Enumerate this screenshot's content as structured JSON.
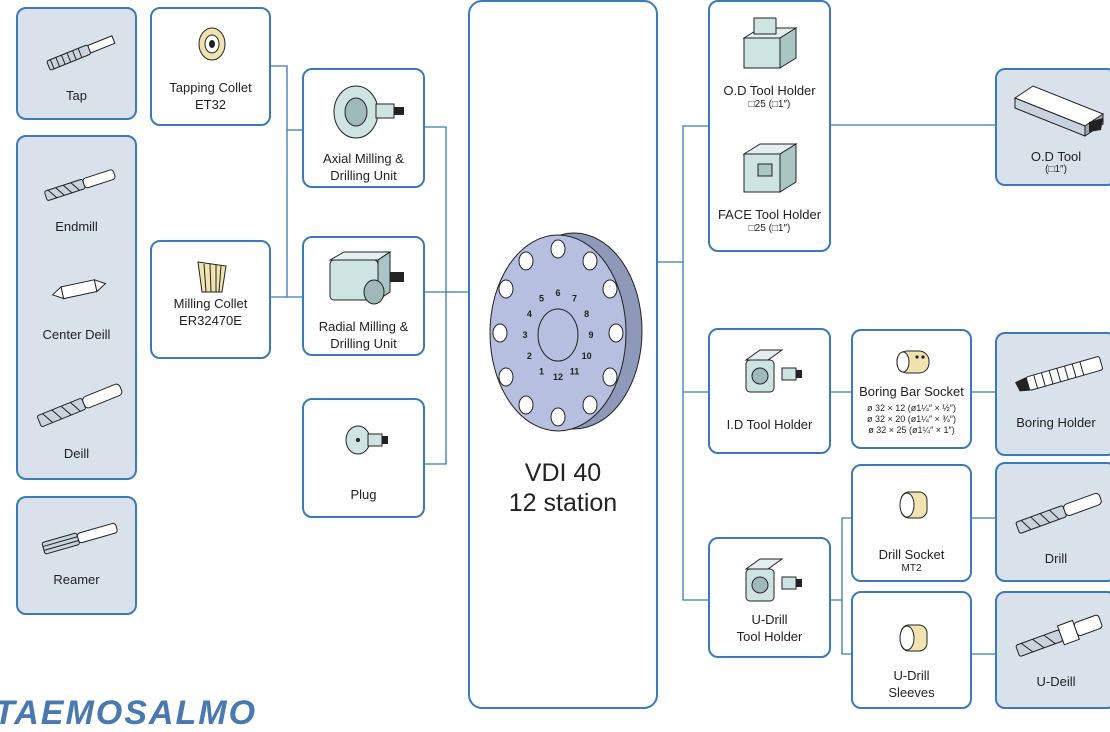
{
  "colors": {
    "accent": "#3a7ab8",
    "panel_fill": "#d9e1ea"
  },
  "tools": {
    "tap": "Tap",
    "endmill": "Endmill",
    "center_drill": "Center Deill",
    "drill": "Deill",
    "reamer": "Reamer"
  },
  "collets": {
    "tapping": "Tapping Collet\nET32",
    "milling": "Milling Collet\nER32470E"
  },
  "units": {
    "axial": "Axial Milling &\nDrilling Unit",
    "radial": "Radial Milling &\nDrilling Unit",
    "plug": "Plug"
  },
  "turret": {
    "title": "VDI 40\n12 station",
    "station_numbers": [
      "1",
      "2",
      "3",
      "4",
      "5",
      "6",
      "7",
      "8",
      "9",
      "10",
      "11",
      "12"
    ]
  },
  "holders": {
    "od_holder": "O.D Tool Holder",
    "od_holder_size": "□25 (□1″)",
    "face_holder": "FACE Tool Holder",
    "face_holder_size": "□25 (□1″)",
    "id_holder": "I.D Tool Holder",
    "udrill_holder": "U-Drill\nTool Holder"
  },
  "sockets": {
    "boring_bar": "Boring Bar Socket",
    "boring_sizes": "ø 32 × 12 (ø1¼″ × ½″)\nø 32 × 20 (ø1¼″ × ¾″)\nø 32 × 25 (ø1¼″ × 1″)",
    "drill_socket": "Drill Socket",
    "drill_socket_sub": "MT2",
    "udrill_sleeves": "U-Drill\nSleeves"
  },
  "right_tools": {
    "od_tool": "O.D Tool",
    "od_tool_size": "(□1″)",
    "boring_holder": "Boring Holder",
    "drill": "Drill",
    "udrill": "U-Deill"
  },
  "footer": "TAEMOSALMO"
}
